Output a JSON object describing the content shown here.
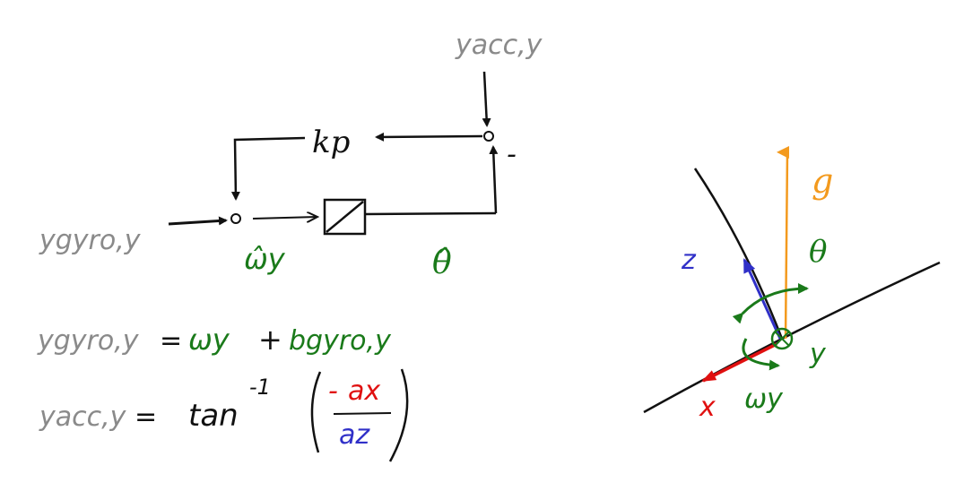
{
  "colors": {
    "ink": "#111111",
    "gray": "#8a8a8a",
    "green": "#1a7a1a",
    "red": "#e01010",
    "blue": "#3030c8",
    "orange": "#f39a1e"
  },
  "block_diagram": {
    "input_label": "ygyro,y",
    "measurement_label": "yacc,y",
    "gain_label": "kp",
    "minus_sign": "-",
    "rate_estimate_label": "ω̂y",
    "angle_estimate_label": "θ̂",
    "integrator_block": "integrator"
  },
  "equations": {
    "eq1": {
      "lhs": "ygyro,y",
      "equals": "=",
      "term1": "ωy",
      "plus": "+",
      "term2": "bgyro,y"
    },
    "eq2": {
      "lhs": "yacc,y",
      "equals": "=",
      "func": "tan",
      "superscript": "-1",
      "numerator_sign": "-",
      "numerator": "ax",
      "denominator": "az"
    }
  },
  "frame_diagram": {
    "gravity_label": "g",
    "z_label": "z",
    "x_label": "x",
    "y_label": "y",
    "theta_label": "θ",
    "omega_label": "ωy"
  }
}
